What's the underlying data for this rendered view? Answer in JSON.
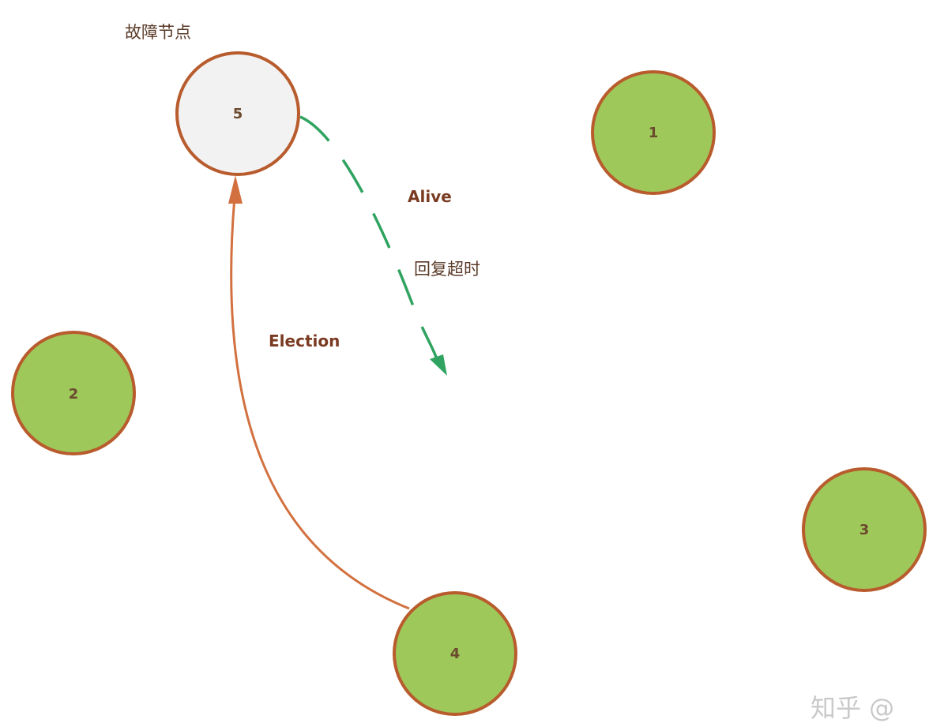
{
  "colors": {
    "node_fill": "#9fc85a",
    "failed_fill": "#f2f2f2",
    "node_stroke": "#b85c2e",
    "alive_arrow": "#2fa35f",
    "election_arrow": "#d2713f"
  },
  "failed_node_caption": "故障节点",
  "nodes": [
    {
      "id": "5",
      "label": "5",
      "state": "failed"
    },
    {
      "id": "1",
      "label": "1",
      "state": "alive"
    },
    {
      "id": "2",
      "label": "2",
      "state": "alive"
    },
    {
      "id": "3",
      "label": "3",
      "state": "alive"
    },
    {
      "id": "4",
      "label": "4",
      "state": "alive"
    }
  ],
  "edges": {
    "alive": {
      "from": "5",
      "label": "Alive",
      "sublabel": "回复超时",
      "style": "dashed"
    },
    "election": {
      "from": "4",
      "to": "5",
      "label": "Election",
      "style": "solid"
    }
  },
  "watermark": "知乎 @"
}
